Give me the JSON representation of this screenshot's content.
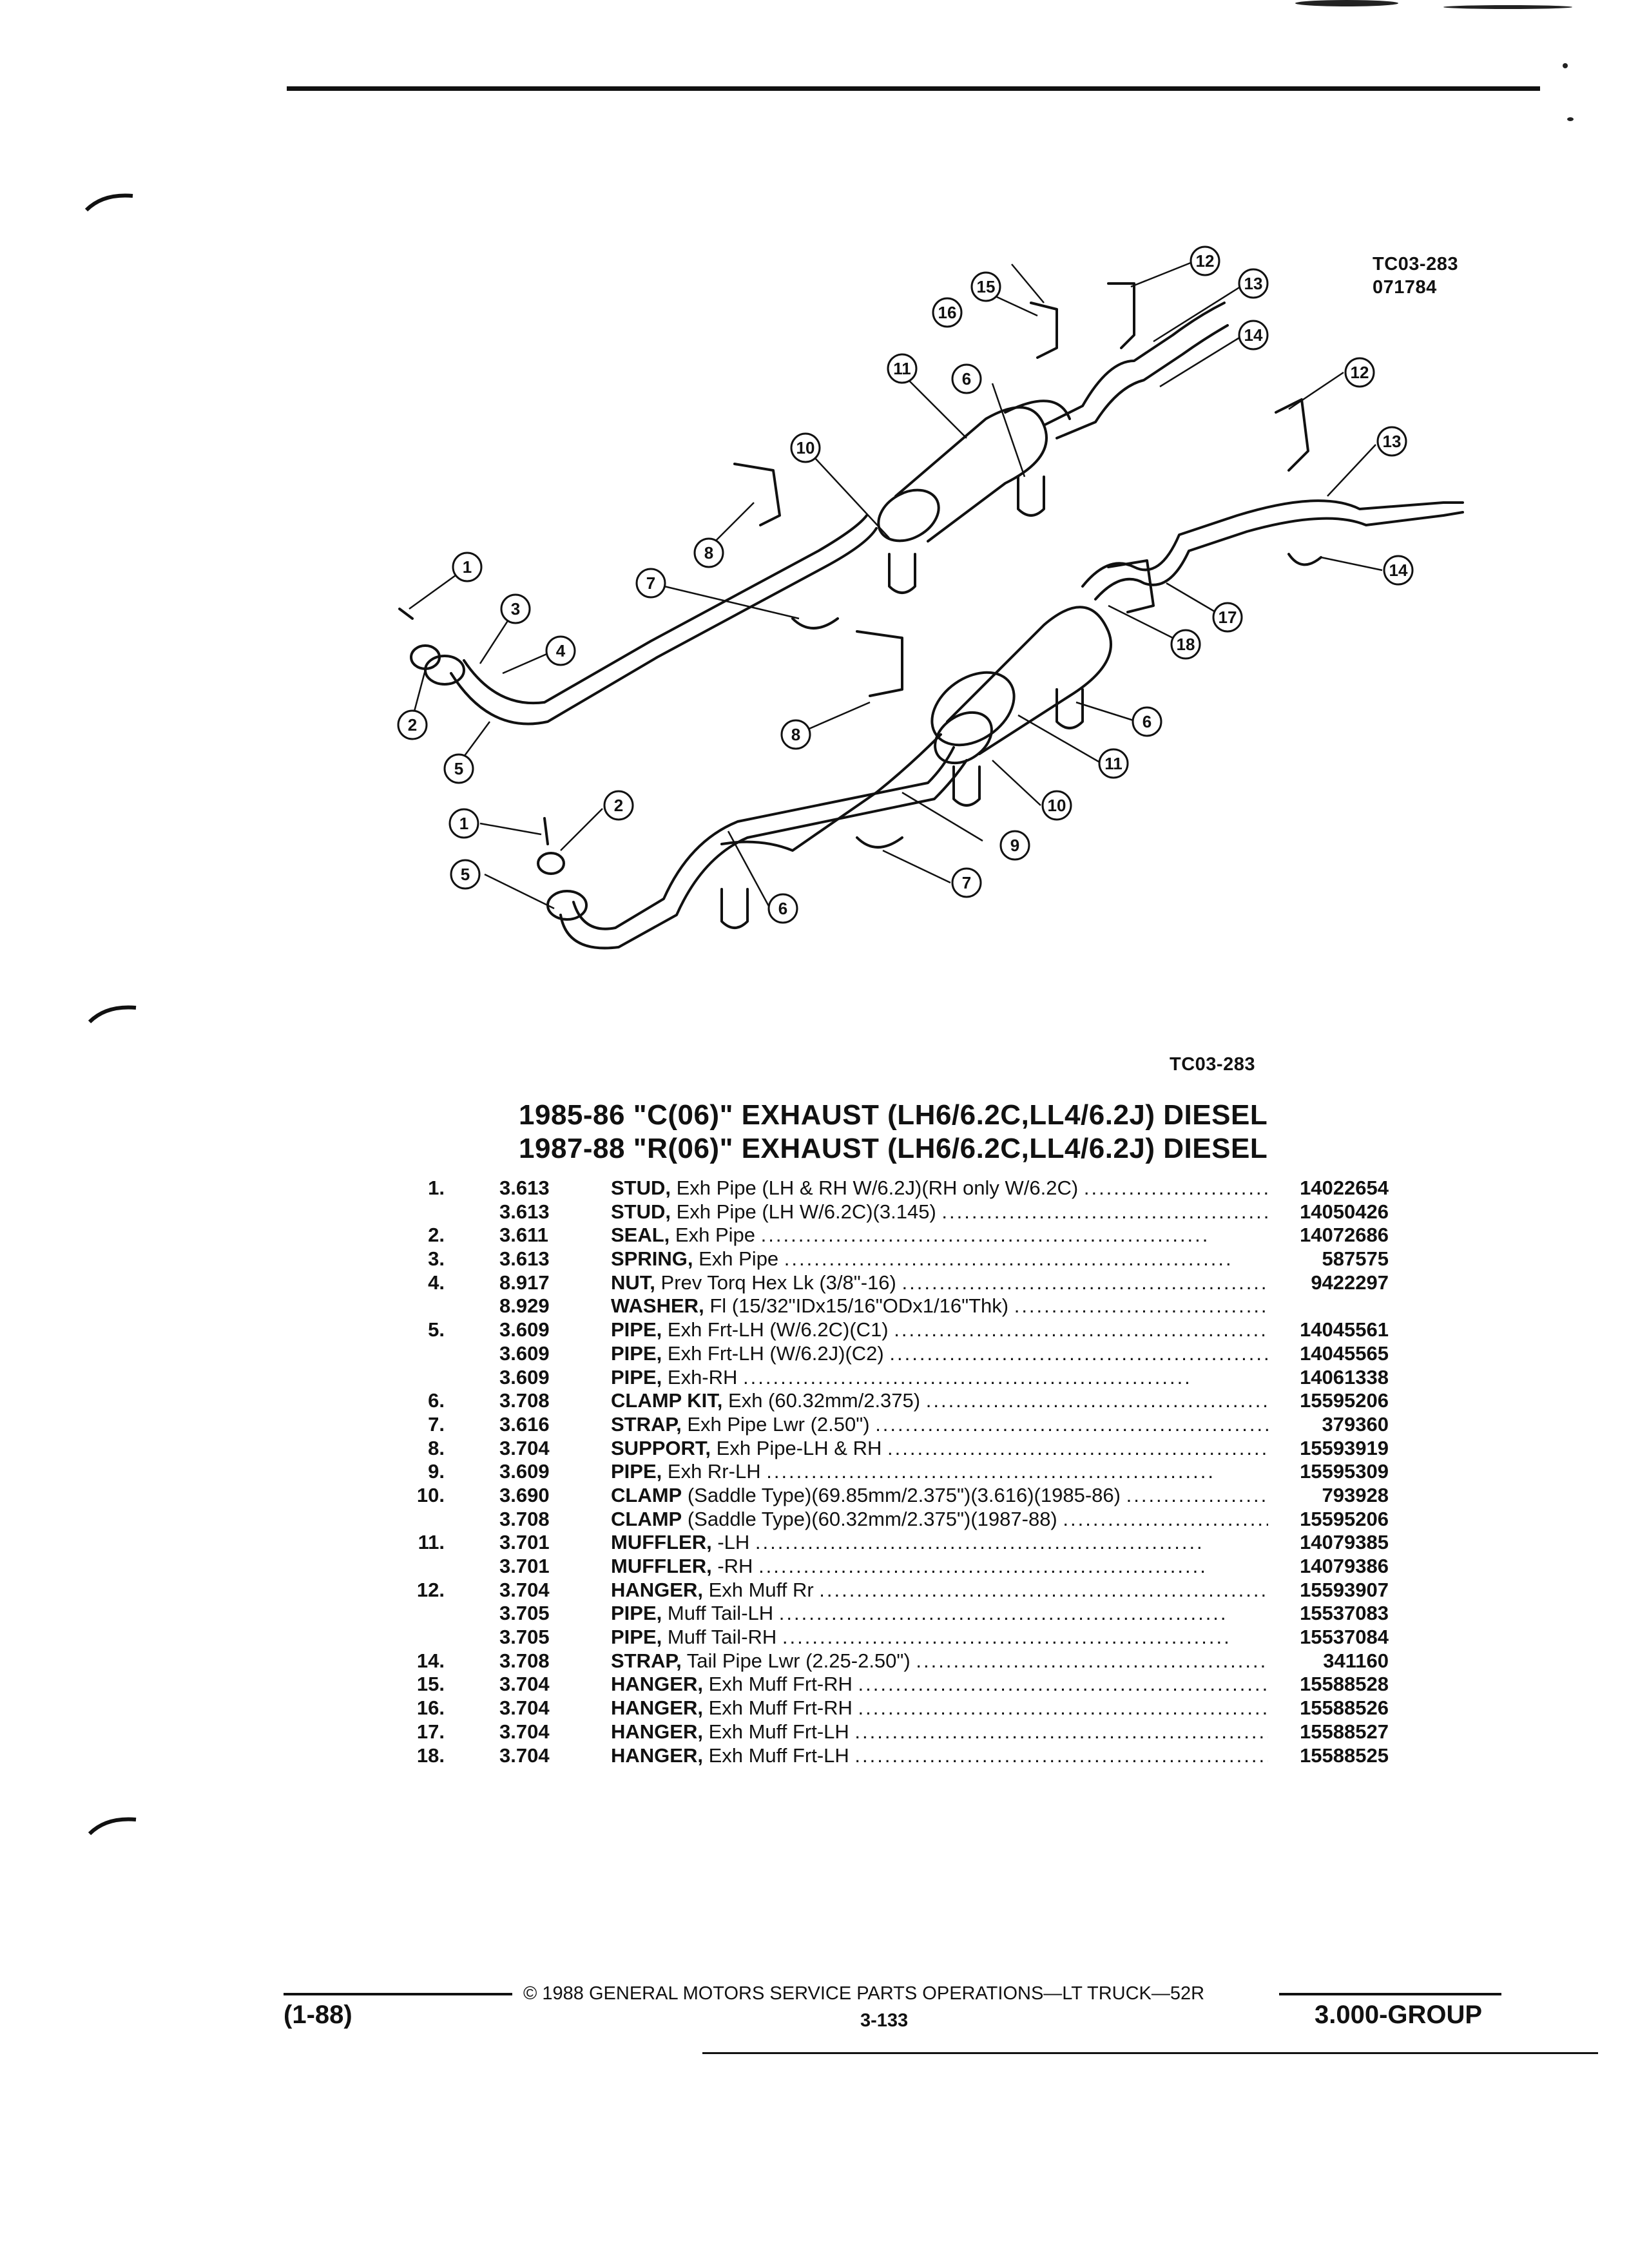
{
  "figure": {
    "code": "TC03-283",
    "date_code": "071784",
    "caption_code": "TC03-283",
    "callouts": [
      "1",
      "2",
      "3",
      "4",
      "5",
      "6",
      "7",
      "8",
      "9",
      "10",
      "11",
      "12",
      "13",
      "14",
      "15",
      "16",
      "17",
      "18"
    ]
  },
  "titles": [
    "1985-86 \"C(06)\" EXHAUST (LH6/6.2C,LL4/6.2J) DIESEL",
    "1987-88 \"R(06)\" EXHAUST (LH6/6.2C,LL4/6.2J) DIESEL"
  ],
  "parts": [
    {
      "item": "1.",
      "group": "3.613",
      "name": "STUD,",
      "desc": "Exh Pipe (LH & RH W/6.2J)(RH only W/6.2C)",
      "part": "14022654"
    },
    {
      "item": "",
      "group": "3.613",
      "name": "STUD,",
      "desc": "Exh Pipe (LH W/6.2C)(3.145)",
      "part": "14050426"
    },
    {
      "item": "2.",
      "group": "3.611",
      "name": "SEAL,",
      "desc": "Exh Pipe",
      "part": "14072686"
    },
    {
      "item": "3.",
      "group": "3.613",
      "name": "SPRING,",
      "desc": "Exh Pipe",
      "part": "587575"
    },
    {
      "item": "4.",
      "group": "8.917",
      "name": "NUT,",
      "desc": "Prev Torq Hex Lk (3/8\"-16)",
      "part": "9422297"
    },
    {
      "item": "",
      "group": "8.929",
      "name": "WASHER,",
      "desc": "Fl (15/32\"IDx15/16\"ODx1/16\"Thk)",
      "part": ""
    },
    {
      "item": "5.",
      "group": "3.609",
      "name": "PIPE,",
      "desc": "Exh Frt-LH (W/6.2C)(C1)",
      "part": "14045561"
    },
    {
      "item": "",
      "group": "3.609",
      "name": "PIPE,",
      "desc": "Exh Frt-LH (W/6.2J)(C2)",
      "part": "14045565"
    },
    {
      "item": "",
      "group": "3.609",
      "name": "PIPE,",
      "desc": "Exh-RH",
      "part": "14061338"
    },
    {
      "item": "6.",
      "group": "3.708",
      "name": "CLAMP KIT,",
      "desc": "Exh (60.32mm/2.375)",
      "part": "15595206"
    },
    {
      "item": "7.",
      "group": "3.616",
      "name": "STRAP,",
      "desc": "Exh Pipe Lwr (2.50\")",
      "part": "379360"
    },
    {
      "item": "8.",
      "group": "3.704",
      "name": "SUPPORT,",
      "desc": "Exh Pipe-LH & RH",
      "part": "15593919"
    },
    {
      "item": "9.",
      "group": "3.609",
      "name": "PIPE,",
      "desc": "Exh Rr-LH",
      "part": "15595309"
    },
    {
      "item": "10.",
      "group": "3.690",
      "name": "CLAMP",
      "desc": "(Saddle Type)(69.85mm/2.375\")(3.616)(1985-86)",
      "part": "793928"
    },
    {
      "item": "",
      "group": "3.708",
      "name": "CLAMP",
      "desc": "(Saddle Type)(60.32mm/2.375\")(1987-88)",
      "part": "15595206"
    },
    {
      "item": "11.",
      "group": "3.701",
      "name": "MUFFLER,",
      "desc": "-LH",
      "part": "14079385"
    },
    {
      "item": "",
      "group": "3.701",
      "name": "MUFFLER,",
      "desc": "-RH",
      "part": "14079386"
    },
    {
      "item": "12.",
      "group": "3.704",
      "name": "HANGER,",
      "desc": "Exh Muff Rr",
      "part": "15593907"
    },
    {
      "item": "",
      "group": "3.705",
      "name": "PIPE,",
      "desc": "Muff Tail-LH",
      "part": "15537083"
    },
    {
      "item": "",
      "group": "3.705",
      "name": "PIPE,",
      "desc": "Muff Tail-RH",
      "part": "15537084"
    },
    {
      "item": "14.",
      "group": "3.708",
      "name": "STRAP,",
      "desc": "Tail Pipe Lwr (2.25-2.50\")",
      "part": "341160"
    },
    {
      "item": "15.",
      "group": "3.704",
      "name": "HANGER,",
      "desc": "Exh Muff Frt-RH",
      "part": "15588528"
    },
    {
      "item": "16.",
      "group": "3.704",
      "name": "HANGER,",
      "desc": "Exh Muff Frt-RH",
      "part": "15588526"
    },
    {
      "item": "17.",
      "group": "3.704",
      "name": "HANGER,",
      "desc": "Exh Muff Frt-LH",
      "part": "15588527"
    },
    {
      "item": "18.",
      "group": "3.704",
      "name": "HANGER,",
      "desc": "Exh Muff Frt-LH",
      "part": "15588525"
    }
  ],
  "footer": {
    "revision": "(1-88)",
    "copyright": "© 1988 GENERAL MOTORS SERVICE PARTS OPERATIONS—LT TRUCK—52R",
    "page": "3-133",
    "group": "3.000-GROUP"
  }
}
